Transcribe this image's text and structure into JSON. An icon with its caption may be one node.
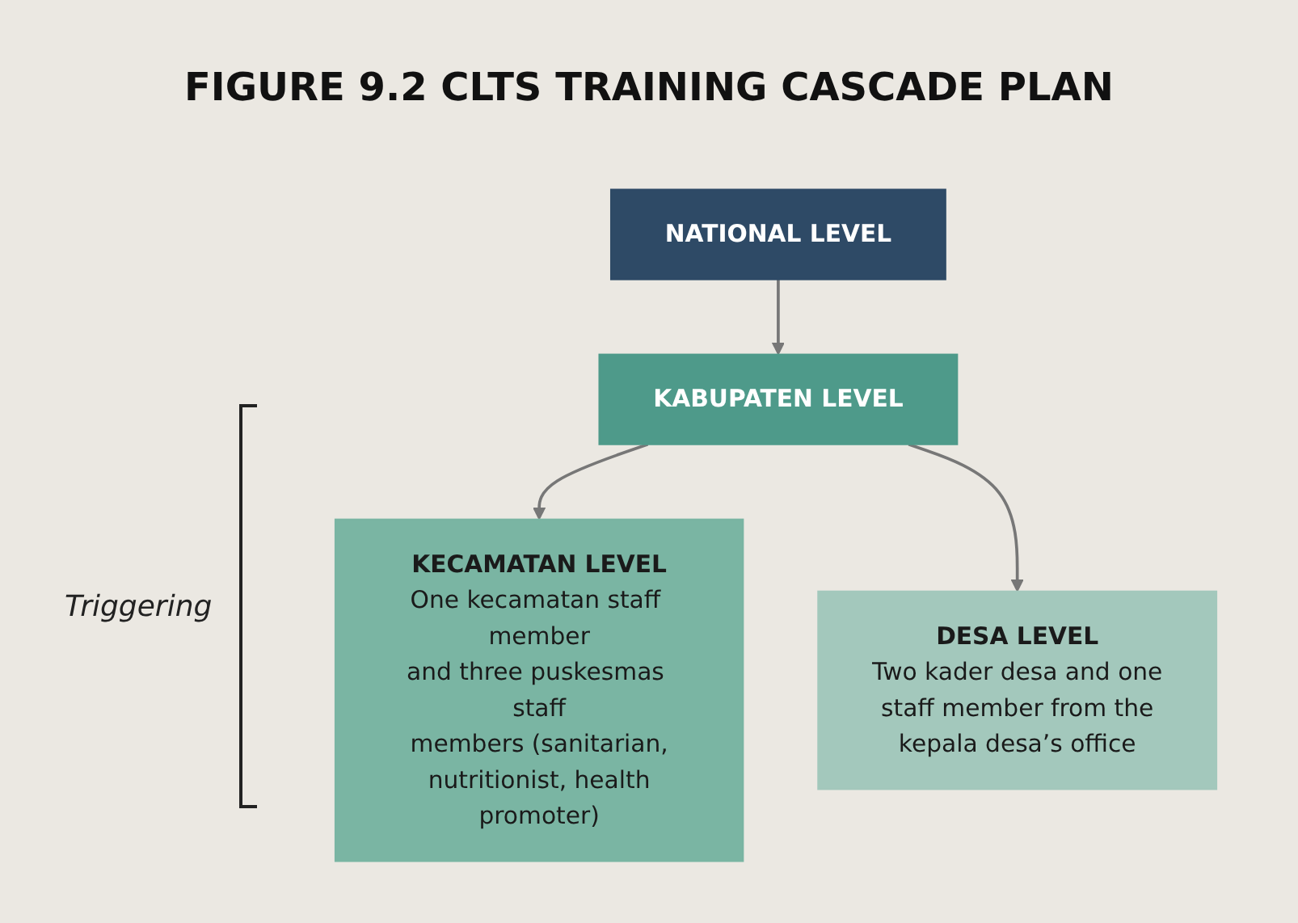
{
  "diagram": {
    "title": "FIGURE 9.2 CLTS TRAINING CASCADE PLAN",
    "nodes": [
      {
        "text": [
          "NATIONAL LEVEL"
        ]
      },
      {
        "text": [
          "KABUPATEN LEVEL"
        ]
      },
      {
        "text": [
          "KECAMATAN LEVEL",
          "One kecamatan staff member and three puskesmas staff members (sanitarian, nutritionist, health promoter)"
        ]
      },
      {
        "text": [
          "DESA LEVEL",
          "Two kader desa and one staff member from the kepala desa’s office"
        ]
      }
    ],
    "edges": [
      {
        "from": 0,
        "to": 1,
        "arrow": "to"
      },
      {
        "from": 1,
        "to": 2,
        "arrow": "to"
      },
      {
        "from": 1,
        "to": 3,
        "arrow": "to"
      }
    ],
    "labels": [
      "Triggering"
    ]
  }
}
